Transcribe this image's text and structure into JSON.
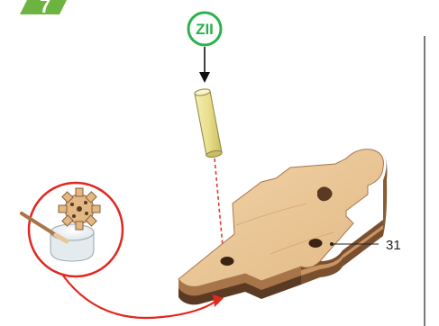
{
  "step": {
    "number": "7",
    "badge_color": "#6db33f"
  },
  "part_badge": {
    "label": "ZII",
    "color": "#2bb24c"
  },
  "callouts": [
    {
      "label": "31"
    }
  ],
  "colors": {
    "wood_light": "#e9c79a",
    "wood_edge": "#a8754a",
    "wood_dark": "#5a3a22",
    "dowel": "#e9df8e",
    "guide_dash": "#e03a3a",
    "arrow_red": "#e0281e"
  },
  "icons": [
    "gear-icon",
    "glue-pot-icon",
    "brush-icon",
    "down-arrow-icon"
  ]
}
